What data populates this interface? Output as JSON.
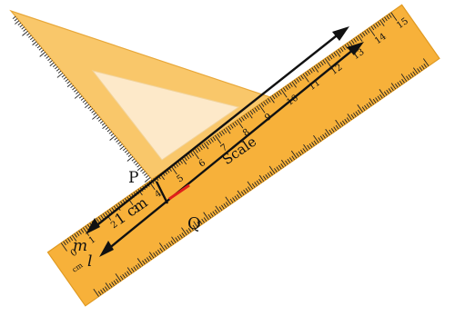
{
  "labels": {
    "point_p": "P",
    "point_q": "Q",
    "line_m": "m",
    "line_l": "l",
    "distance": "1 cm",
    "scale": "Scale",
    "unit": "cm"
  },
  "ruler": {
    "numbers": [
      "0",
      "1",
      "2",
      "3",
      "4",
      "5",
      "6",
      "7",
      "8",
      "9",
      "10",
      "11",
      "12",
      "13",
      "14",
      "15"
    ]
  },
  "colors": {
    "ruler_fill": "#f7b13a",
    "ruler_edge": "#e09a22",
    "triangle_fill": "#f9c76a",
    "triangle_window": "#fde9c9",
    "arrow": "#111111",
    "highlight": "#e0201a"
  }
}
